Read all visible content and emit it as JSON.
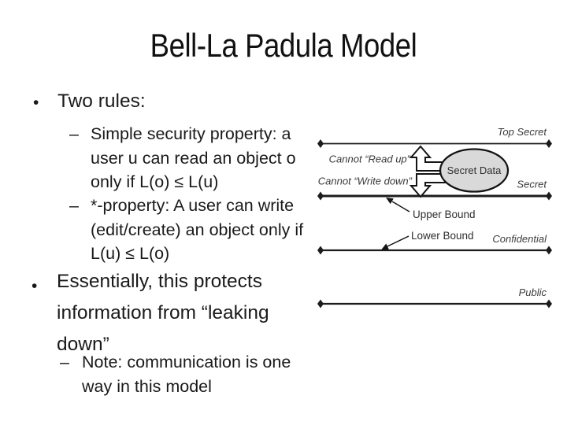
{
  "slide": {
    "title": "Bell-La Padula Model",
    "markers": {
      "level1": "•",
      "level2": "–"
    },
    "bullets": {
      "two_rules": "Two rules:",
      "simple_security": "Simple security property: a\nuser u can read an object o\nonly if L(o) ≤ L(u)",
      "star_property": "*-property: A user can write\n(edit/create) an object only if\nL(u) ≤ L(o)",
      "essentially": "Essentially, this protects\ninformation from “leaking\ndown”",
      "note": "Note: communication is one\nway in this model"
    }
  },
  "diagram": {
    "levels": [
      {
        "label": "Top Secret"
      },
      {
        "label": "Secret"
      },
      {
        "label": "Confidential"
      },
      {
        "label": "Public"
      }
    ],
    "cannot_read_up": "Cannot “Read up”",
    "cannot_write_down": "Cannot “Write down”",
    "upper_bound": "Upper Bound",
    "lower_bound": "Lower Bound",
    "secret_data": "Secret Data",
    "colors": {
      "line_black": "#1c1c1c",
      "label_gray": "#3c3c3c",
      "ellipse_fill": "#d9d9d9"
    }
  }
}
